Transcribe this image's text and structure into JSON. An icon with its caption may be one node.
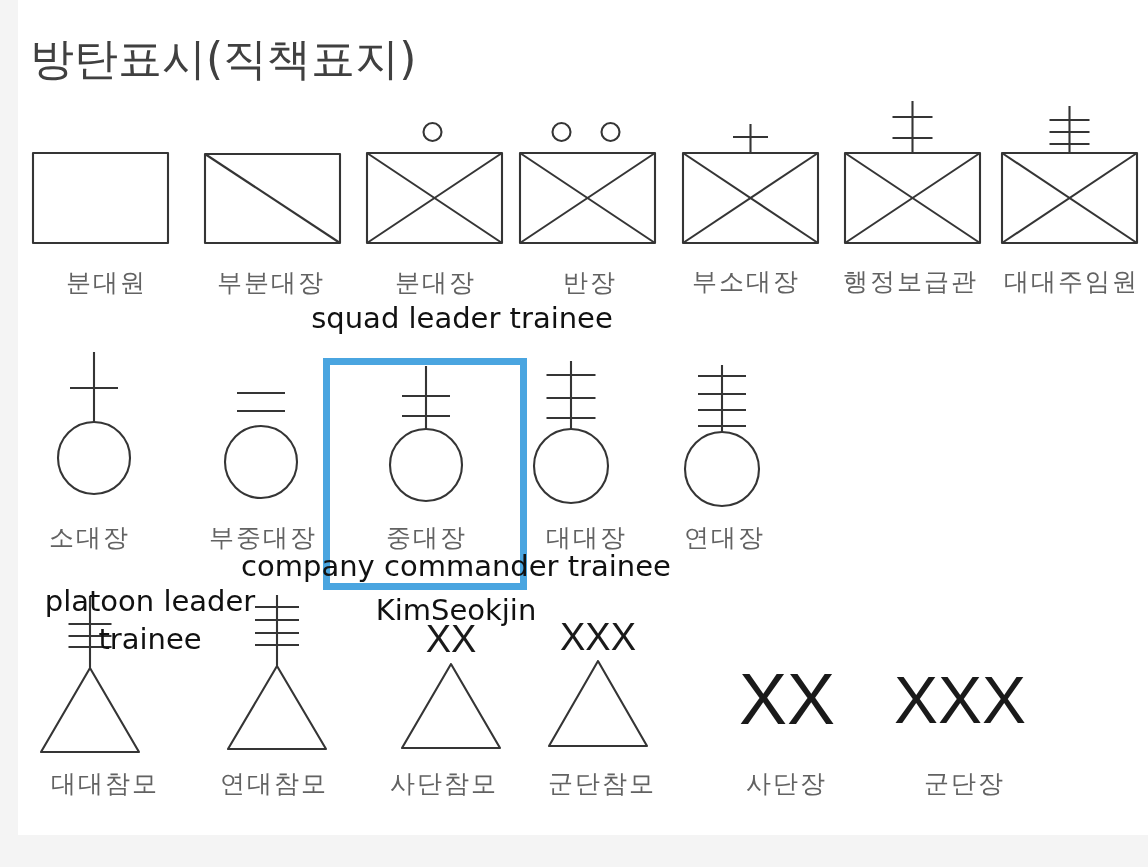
{
  "diagram": {
    "title": "방탄표시(직책표지)",
    "nodes": [
      {
        "text": [],
        "shape": "box",
        "beside": [
          "분대원"
        ]
      },
      {
        "text": [],
        "shape": "box",
        "beside": [
          "부분대장"
        ]
      },
      {
        "text": [],
        "shape": "box",
        "beside": [
          "분대장"
        ]
      },
      {
        "text": [],
        "shape": "box",
        "beside": [
          "반장"
        ]
      },
      {
        "text": [],
        "shape": "box",
        "beside": [
          "부소대장"
        ]
      },
      {
        "text": [],
        "shape": "box",
        "beside": [
          "행정보급관"
        ]
      },
      {
        "text": [],
        "shape": "box",
        "beside": [
          "대대주임원"
        ]
      },
      {
        "text": [],
        "shape": "circle",
        "beside": [
          "소대장"
        ]
      },
      {
        "text": [],
        "shape": "circle",
        "beside": [
          "부중대장"
        ]
      },
      {
        "text": [],
        "shape": "box"
      },
      {
        "text": [],
        "shape": "circle",
        "beside": [
          "중대장"
        ],
        "in": 9
      },
      {
        "text": [],
        "shape": "circle",
        "beside": [
          "대대장"
        ]
      },
      {
        "text": [],
        "shape": "circle",
        "beside": [
          "연대장"
        ]
      },
      {
        "text": [],
        "shape": "triangle",
        "beside": [
          "대대참모"
        ]
      },
      {
        "text": [],
        "shape": "triangle",
        "beside": [
          "연대참모"
        ]
      },
      {
        "text": [],
        "shape": "triangle",
        "beside": [
          "XX",
          "사단참모"
        ]
      },
      {
        "text": [],
        "shape": "triangle",
        "beside": [
          "XXX",
          "군단참모"
        ]
      }
    ],
    "labels": [
      "squad leader trainee",
      "company commander trainee",
      "platoon leader trainee",
      "KimSeokjin",
      "XX",
      "XXX",
      "사단장",
      "군단장"
    ]
  }
}
